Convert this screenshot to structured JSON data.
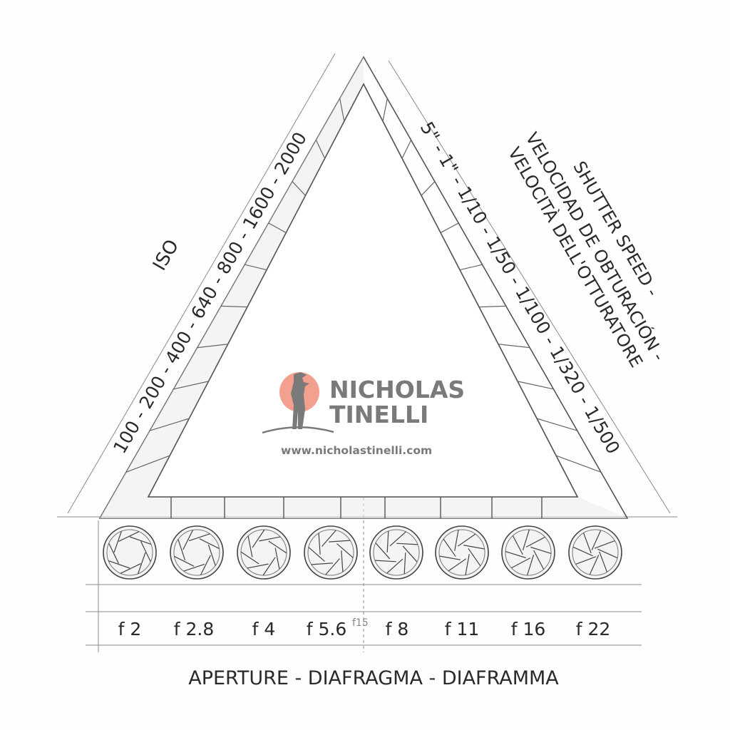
{
  "iso": {
    "title": "ISO",
    "scale": "100 - 200 - 400 - 640 - 800 - 1600 - 2000"
  },
  "shutter": {
    "title_lines": [
      "SHUTTER SPEED -",
      "VELOCIDAD DE OBTURACIÓN -",
      "VELOCITÀ DELL'OTTURATORE"
    ],
    "scale": "5\" - 1\" - 1/10 - 1/50 - 1/100 - 1/320 - 1/500"
  },
  "aperture": {
    "title": "APERTURE - DIAFRAGMA - DIAFRAMMA",
    "stops": [
      "f 2",
      "f 2.8",
      "f 4",
      "f 5.6",
      "f 8",
      "f 11",
      "f 16",
      "f 22"
    ],
    "annotation": "f15"
  },
  "logo": {
    "line1": "NICHOLAS",
    "line2": "TINELLI",
    "url": "www.nicholastinelli.com",
    "sun_color": "#f4a08e",
    "text_color": "#7a7a7a"
  },
  "colors": {
    "ink": "#2a2a2a",
    "pencil": "#8a8a8a"
  }
}
